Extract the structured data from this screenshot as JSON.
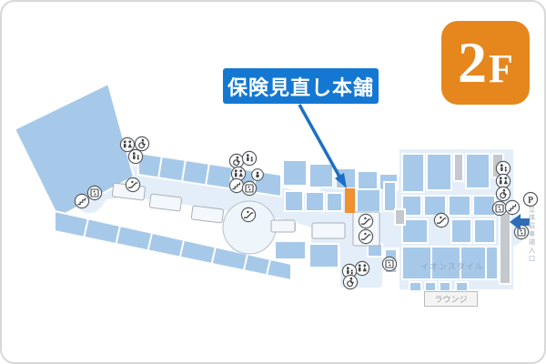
{
  "floor_badge": {
    "number": "2",
    "letter": "F"
  },
  "callout": {
    "label": "保険見直し本舗"
  },
  "map_labels": {
    "area_store": "イオンスタイル",
    "lounge": "ラウンジ",
    "parking_entrance": "立体駐車場入口",
    "parking_letter": "P"
  },
  "icons": {
    "toilet-icon": "restrooms",
    "wheelchair-icon": "accessible",
    "baby-icon": "baby-room",
    "stairs-icon": "stairs",
    "elevator-icon": "elevator",
    "escalator-icon": "escalator",
    "service-icon": "service-counter",
    "parking-icon": "parking",
    "entry-arrow-icon": "parking-entrance-arrow"
  },
  "colors": {
    "badge_orange": "#E5871D",
    "highlight_orange": "#EF9130",
    "callout_blue": "#1478D2",
    "arrow_blue": "#1C6FC4",
    "store_blue": "#A7C9E9",
    "corridor_blue": "#E3EEF9",
    "gray_block": "#C5C9CD"
  }
}
